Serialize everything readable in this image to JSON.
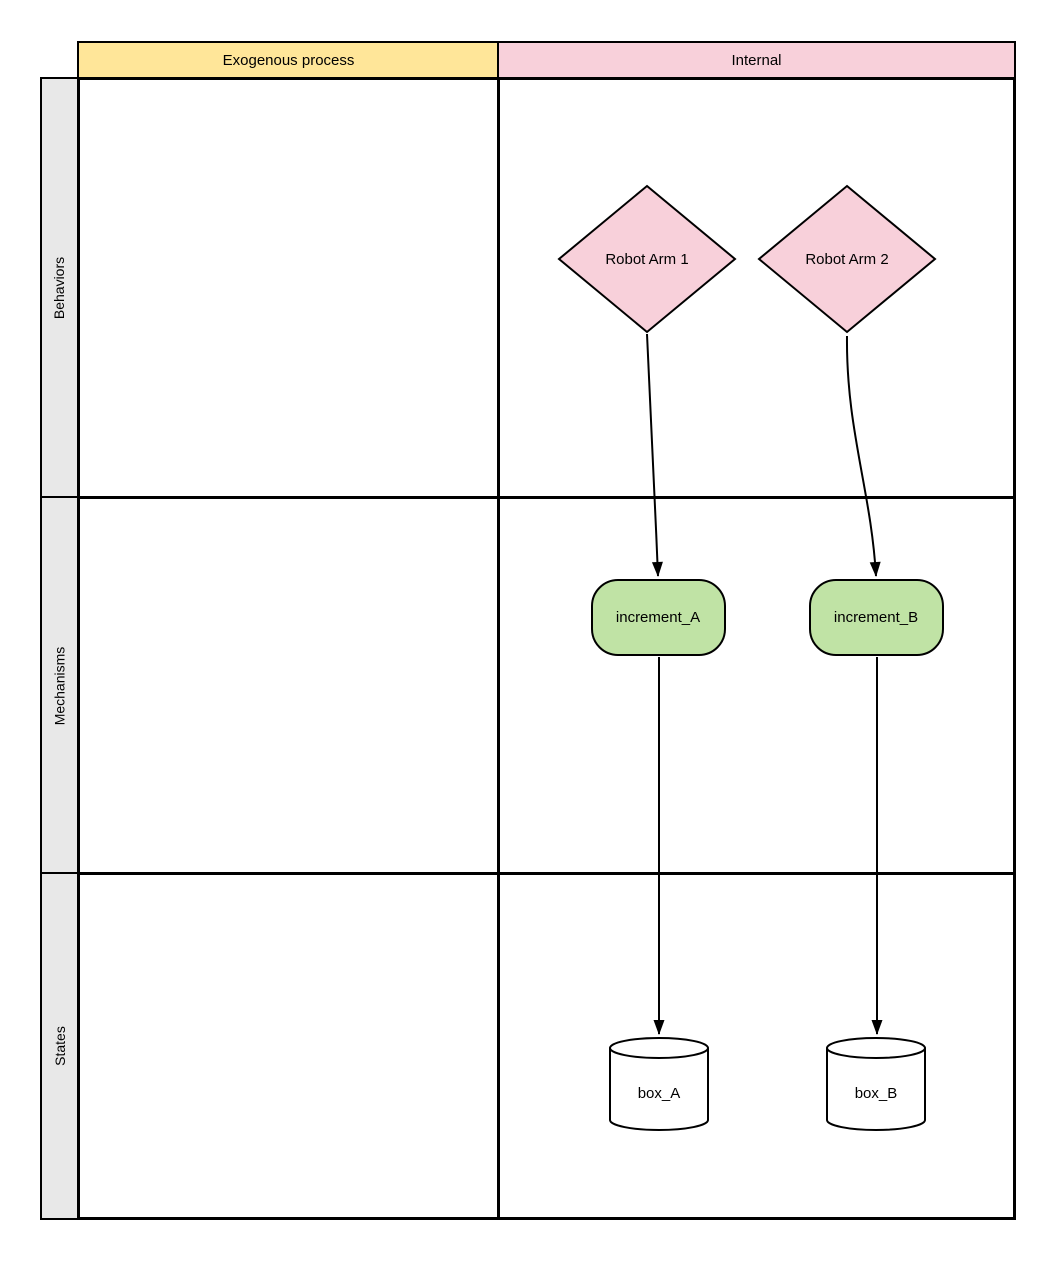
{
  "matrix": {
    "column_headers": [
      {
        "id": "exogenous",
        "label": "Exogenous process",
        "fill": "#ffe699"
      },
      {
        "id": "internal",
        "label": "Internal",
        "fill": "#f8d0da"
      }
    ],
    "row_headers": [
      {
        "id": "behaviors",
        "label": "Behaviors"
      },
      {
        "id": "mechanisms",
        "label": "Mechanisms"
      },
      {
        "id": "states",
        "label": "States"
      }
    ],
    "row_header_fill": "#e8e8e8",
    "cell_fill": "#ffffff",
    "grid_line_color": "#000000"
  },
  "nodes": [
    {
      "id": "robot-arm-1",
      "label": "Robot Arm 1",
      "shape": "diamond",
      "fill": "#f8d0da",
      "stroke": "#000000",
      "row": "Behaviors",
      "column": "Internal"
    },
    {
      "id": "robot-arm-2",
      "label": "Robot Arm 2",
      "shape": "diamond",
      "fill": "#f8d0da",
      "stroke": "#000000",
      "row": "Behaviors",
      "column": "Internal"
    },
    {
      "id": "increment-a",
      "label": "increment_A",
      "shape": "rounded-rectangle",
      "fill": "#c0e3a5",
      "stroke": "#000000",
      "row": "Mechanisms",
      "column": "Internal"
    },
    {
      "id": "increment-b",
      "label": "increment_B",
      "shape": "rounded-rectangle",
      "fill": "#c0e3a5",
      "stroke": "#000000",
      "row": "Mechanisms",
      "column": "Internal"
    },
    {
      "id": "box-a",
      "label": "box_A",
      "shape": "cylinder",
      "fill": "#ffffff",
      "stroke": "#000000",
      "row": "States",
      "column": "Internal"
    },
    {
      "id": "box-b",
      "label": "box_B",
      "shape": "cylinder",
      "fill": "#ffffff",
      "stroke": "#000000",
      "row": "States",
      "column": "Internal"
    }
  ],
  "edges": [
    {
      "from": "Robot Arm 1",
      "to": "increment_A",
      "type": "curved-arrow"
    },
    {
      "from": "Robot Arm 2",
      "to": "increment_B",
      "type": "curved-arrow"
    },
    {
      "from": "increment_A",
      "to": "box_A",
      "type": "straight-arrow"
    },
    {
      "from": "increment_B",
      "to": "box_B",
      "type": "straight-arrow"
    }
  ]
}
